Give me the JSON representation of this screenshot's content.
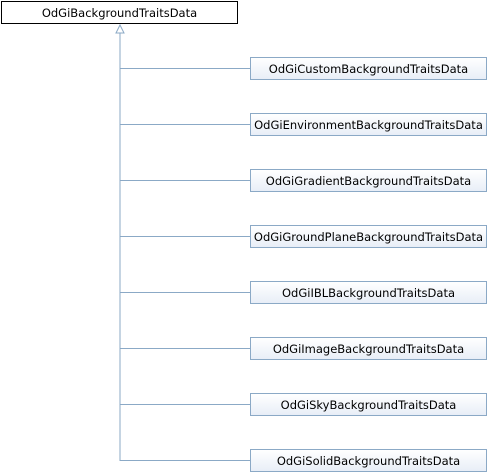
{
  "diagram": {
    "base": {
      "label": "OdGiBackgroundTraitsData"
    },
    "children": [
      {
        "label": "OdGiCustomBackgroundTraitsData"
      },
      {
        "label": "OdGiEnvironmentBackgroundTraitsData"
      },
      {
        "label": "OdGiGradientBackgroundTraitsData"
      },
      {
        "label": "OdGiGroundPlaneBackgroundTraitsData"
      },
      {
        "label": "OdGiIBLBackgroundTraitsData"
      },
      {
        "label": "OdGiImageBackgroundTraitsData"
      },
      {
        "label": "OdGiSkyBackgroundTraitsData"
      },
      {
        "label": "OdGiSolidBackgroundTraitsData"
      }
    ],
    "colors": {
      "connector": "#8ba9c6",
      "base_border": "#000000",
      "child_border": "#8ba9c6"
    }
  }
}
